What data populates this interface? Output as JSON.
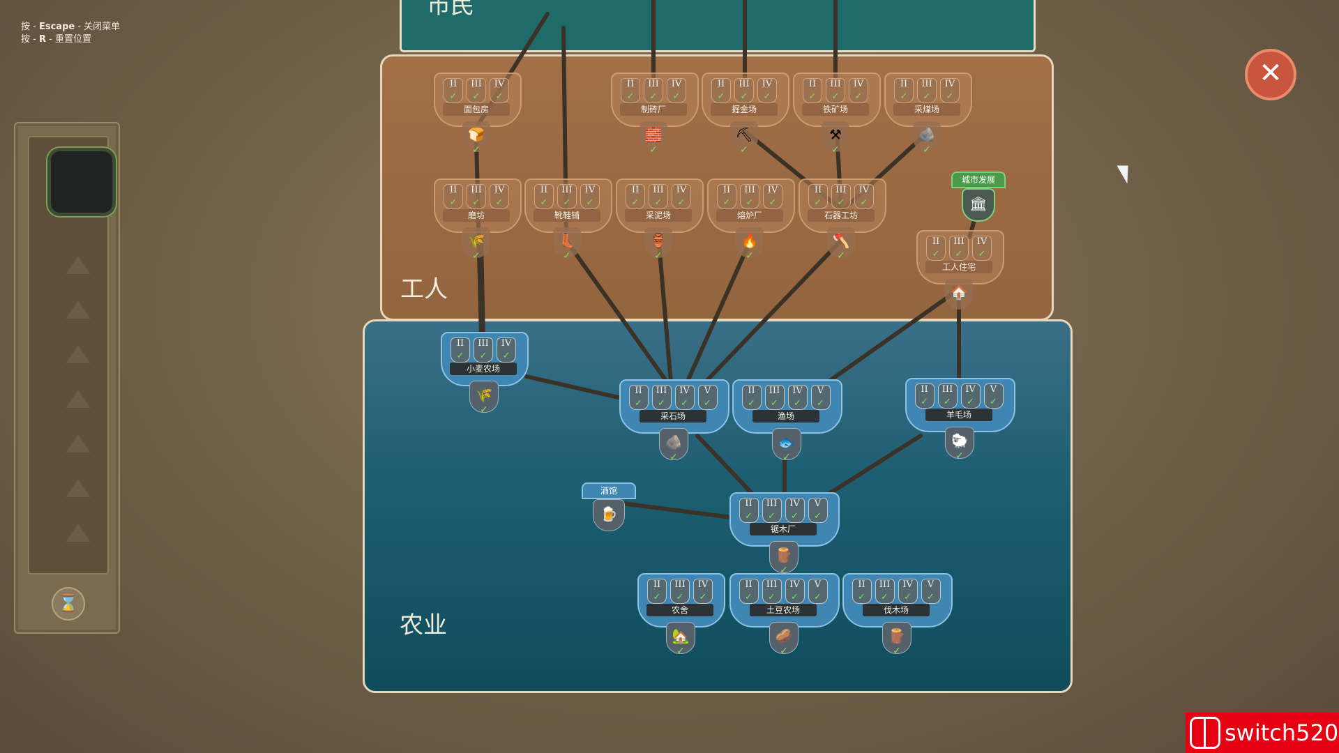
{
  "hints": {
    "line1_prefix": "按 - ",
    "line1_key": "Escape",
    "line1_suffix": " - 关闭菜单",
    "line2_prefix": "按 - ",
    "line2_key": "R",
    "line2_suffix": " - 重置位置"
  },
  "zones": {
    "top_label": "市民",
    "workers_label": "工人",
    "farm_label": "农业"
  },
  "tier_numerals": [
    "II",
    "III",
    "IV",
    "V"
  ],
  "check": "✓",
  "workers_row1": [
    {
      "name": "面包房",
      "icon": "🍞"
    },
    {
      "name": "制砖厂",
      "icon": "🧱"
    },
    {
      "name": "掘金场",
      "icon": "⛏"
    },
    {
      "name": "铁矿场",
      "icon": "⚒"
    },
    {
      "name": "采煤场",
      "icon": "🪨"
    }
  ],
  "workers_row2": [
    {
      "name": "磨坊",
      "icon": "🌾"
    },
    {
      "name": "靴鞋铺",
      "icon": "👢"
    },
    {
      "name": "采泥场",
      "icon": "🏺"
    },
    {
      "name": "熔炉厂",
      "icon": "🔥"
    },
    {
      "name": "石器工坊",
      "icon": "🪓"
    }
  ],
  "city_dev": {
    "caption": "城市发展",
    "icon": "🏛"
  },
  "worker_house": {
    "name": "工人住宅",
    "icon": "🏠"
  },
  "farm_nodes": {
    "wheat": {
      "name": "小麦农场",
      "icon": "🌾"
    },
    "stone": {
      "name": "采石场",
      "icon": "🪨"
    },
    "fish": {
      "name": "渔场",
      "icon": "🐟"
    },
    "wool": {
      "name": "羊毛场",
      "icon": "🐑"
    },
    "tavern": {
      "caption": "酒馆",
      "icon": "🍺"
    },
    "sawmill": {
      "name": "锯木厂",
      "icon": "🪵"
    },
    "farmhouse": {
      "name": "农舍",
      "icon": "🏡"
    },
    "potato": {
      "name": "土豆农场",
      "icon": "🥔"
    },
    "lumber": {
      "name": "伐木场",
      "icon": "🪵"
    }
  },
  "close_label": "✕",
  "watermark": "switch520",
  "side_hourglass": "⌛",
  "colors": {
    "worker_zone": "#9a6a43",
    "farm_zone": "#1c5d70",
    "check_green": "#7fe05a",
    "close_red": "#c9553f"
  }
}
